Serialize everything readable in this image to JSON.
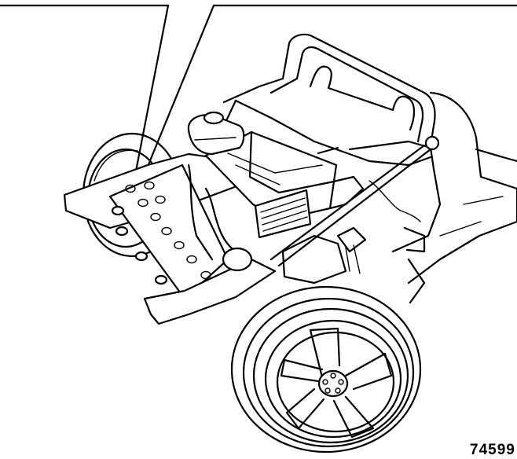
{
  "figure": {
    "code": "74599",
    "callouts": [
      {
        "name": "leader-line-left"
      },
      {
        "name": "leader-line-right"
      }
    ]
  }
}
